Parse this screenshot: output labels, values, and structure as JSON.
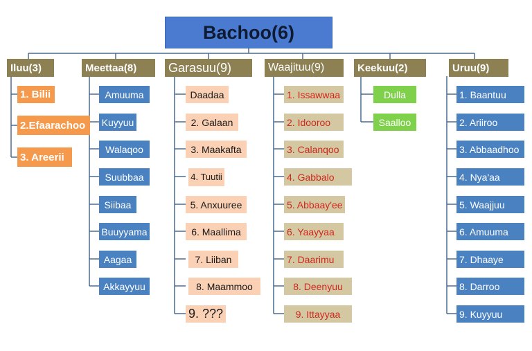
{
  "title": "Bachoo(6)",
  "categories": {
    "iluu": {
      "label": "Iluu(3)",
      "items": [
        "1. Bilii",
        "2.Efaarachoo",
        "3. Areerii"
      ]
    },
    "meettaa": {
      "label": "Meettaa(8)",
      "items": [
        "Amuuma",
        "Kuyyuu",
        "Walaqoo",
        "Suubbaa",
        "Siibaa",
        "Buuyyama",
        "Aagaa",
        "Akkayyuu"
      ]
    },
    "garasuu": {
      "label": "Garasuu(9)",
      "items": [
        "Daadaa",
        "2. Galaan",
        "3. Maakafta",
        "4. Tuutii",
        "5. Anxuuree",
        "6. Maallima",
        "7. Liiban",
        "8. Maammoo",
        "9. ???"
      ]
    },
    "waajituu": {
      "label": "Waajituu(9)",
      "items": [
        "1. Issawwaa",
        "2. Idooroo",
        "3. Calanqoo",
        "4. Gabbalo",
        "5. Abbaay'ee",
        "6. Yaayyaa",
        "7. Daarimu",
        "8. Deenyuu",
        "9. Ittayyaa"
      ]
    },
    "keekuu": {
      "label": "Keekuu(2)",
      "items": [
        "Dulla",
        "Saalloo"
      ]
    },
    "uruu": {
      "label": "Uruu(9)",
      "items": [
        "1. Baantuu",
        "2. Ariiroo",
        "3. Abbaadhoo",
        "4. Nya'aa",
        "5. Waajjuu",
        "6. Amuuma",
        "7. Dhaaye",
        "8. Darroo",
        "9. Kuyyuu"
      ]
    }
  },
  "colors": {
    "root": "#4a7bd0",
    "header": "#8d8052",
    "iluu_items": "#f59a4c",
    "meettaa_items": "#4a81c1",
    "garasuu_items": "#fad1b5",
    "waajituu_items": "#d4c8a3",
    "waajituu_text": "#d0271d",
    "keekuu_items": "#7fd14b",
    "uruu_items": "#4a81c1",
    "connector": "#4a6a8c"
  }
}
